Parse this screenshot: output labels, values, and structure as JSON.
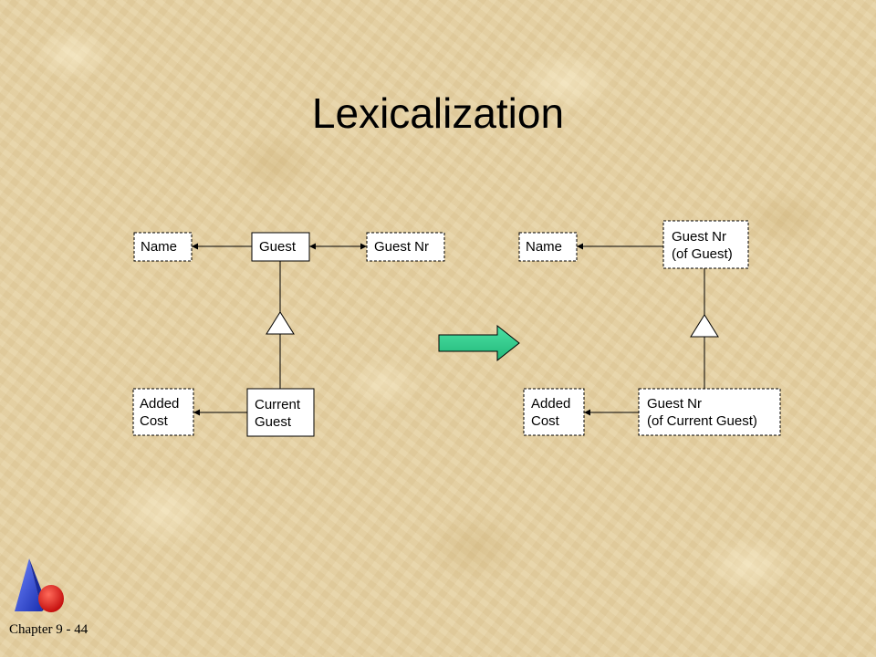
{
  "slide": {
    "title": "Lexicalization",
    "footer": "Chapter 9 - 44"
  },
  "diagram_left": {
    "name": "Name",
    "guest": "Guest",
    "guest_nr": "Guest Nr",
    "added_cost": [
      "Added",
      "Cost"
    ],
    "current_guest": [
      "Current",
      "Guest"
    ]
  },
  "diagram_right": {
    "name": "Name",
    "guest_nr_of_guest": [
      "Guest Nr",
      "(of Guest)"
    ],
    "added_cost": [
      "Added",
      "Cost"
    ],
    "guest_nr_of_current_guest": [
      "Guest Nr",
      "(of Current Guest)"
    ]
  },
  "colors": {
    "arrow_fill": "#2fcf8f",
    "logo_blue": "#2a44d8",
    "logo_red": "#e01010"
  }
}
